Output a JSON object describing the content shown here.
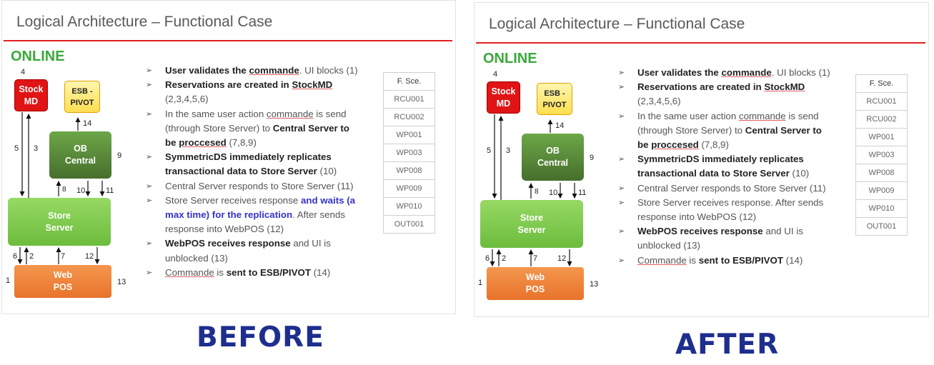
{
  "title": "Logical Architecture – Functional Case",
  "online": "ONLINE",
  "diagram": {
    "stock_md": [
      "Stock",
      "MD"
    ],
    "esb_pivot": [
      "ESB -",
      "PIVOT"
    ],
    "ob_central": [
      "OB",
      "Central"
    ],
    "store_server": [
      "Store",
      "Server"
    ],
    "web_pos": [
      "Web",
      "POS"
    ],
    "labels": {
      "n1": "1",
      "n2": "2",
      "n3": "3",
      "n4": "4",
      "n5": "5",
      "n6": "6",
      "n7": "7",
      "n8": "8",
      "n9": "9",
      "n10": "10",
      "n11": "11",
      "n12": "12",
      "n13": "13",
      "n14": "14"
    }
  },
  "table": {
    "header": "F. Sce.",
    "rows": [
      "RCU001",
      "RCU002",
      "WP001",
      "WP003",
      "WP008",
      "WP009",
      "WP010",
      "OUT001"
    ]
  },
  "before": {
    "caption": "BEFORE",
    "b1_bold1": "User validates the ",
    "b1_bold2": "commande",
    "b1_rest": ". UI blocks (1)",
    "b2_bold1": "Reservations are created in ",
    "b2_bold2": "StockMD",
    "b2_rest": " (2,3,4,5,6)",
    "b3_t1": "In the same user action ",
    "b3_u": "commande",
    "b3_t2": " is send (through Store Server) to ",
    "b3_bold": "Central Server to be ",
    "b3_boldu": "proccesed",
    "b3_rest": " (7,8,9)",
    "b4_bold": "SymmetricDS immediately replicates transactional data to Store Server",
    "b4_rest": " (10)",
    "b5": "Central Server responds to Store Server (11)",
    "b6_t1": "Store Server receives response ",
    "b6_blue": "and waits (a max time) for the replication",
    "b6_t2": ". After sends response into WebPOS (12)",
    "b7_bold": "WebPOS receives response",
    "b7_rest": " and UI is unblocked (13)",
    "b8_u": "Commande",
    "b8_t1": " is ",
    "b8_bold": "sent to ESB/PIVOT",
    "b8_rest": " (14)"
  },
  "after": {
    "caption": "AFTER",
    "b1_bold1": "User validates the ",
    "b1_bold2": "commande",
    "b1_rest": ". UI blocks (1)",
    "b2_bold1": "Reservations are created in ",
    "b2_bold2": "StockMD",
    "b2_rest": " (2,3,4,5,6)",
    "b3_t1": "In the same user action ",
    "b3_u": "commande",
    "b3_t2": " is send (through Store Server) to ",
    "b3_bold": "Central Server to be ",
    "b3_boldu": "proccesed",
    "b3_rest": " (7,8,9)",
    "b4_bold": "SymmetricDS immediately replicates transactional data to Store Server",
    "b4_rest": " (10)",
    "b5": "Central Server responds to Store Server (11)",
    "b6": "Store Server receives response. After sends response into WebPOS (12)",
    "b7_bold": "WebPOS receives response",
    "b7_rest": " and UI is unblocked (13)",
    "b8_u": "Commande",
    "b8_t1": " is ",
    "b8_bold": "sent to ESB/PIVOT",
    "b8_rest": " (14)"
  }
}
